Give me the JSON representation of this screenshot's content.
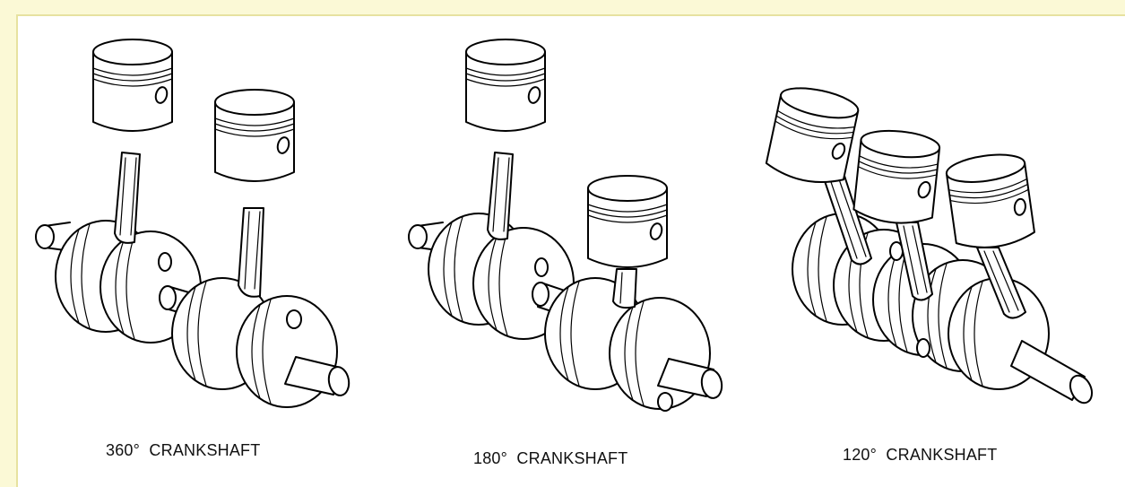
{
  "captions": {
    "crank_360": "360°  CRANKSHAFT",
    "crank_180": "180°  CRANKSHAFT",
    "crank_120": "120°  CRANKSHAFT"
  },
  "colors": {
    "background": "#fbf9d6",
    "panel": "#ffffff",
    "border": "#e7e2a0",
    "ink": "#000000"
  }
}
